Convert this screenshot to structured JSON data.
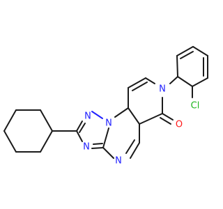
{
  "molecule": {
    "atoms": {
      "n_triazole_top": "N",
      "n_triazole_bridge": "N",
      "n_triazole_bottom": "N",
      "n_pyrimidine": "N",
      "n_pyridinone": "N",
      "o_carbonyl": "O",
      "cl_chloro": "Cl"
    },
    "colors": {
      "carbon": "#1a1a1a",
      "nitrogen": "#2020ff",
      "oxygen": "#ff1a1a",
      "chlorine": "#1fb51f"
    }
  }
}
